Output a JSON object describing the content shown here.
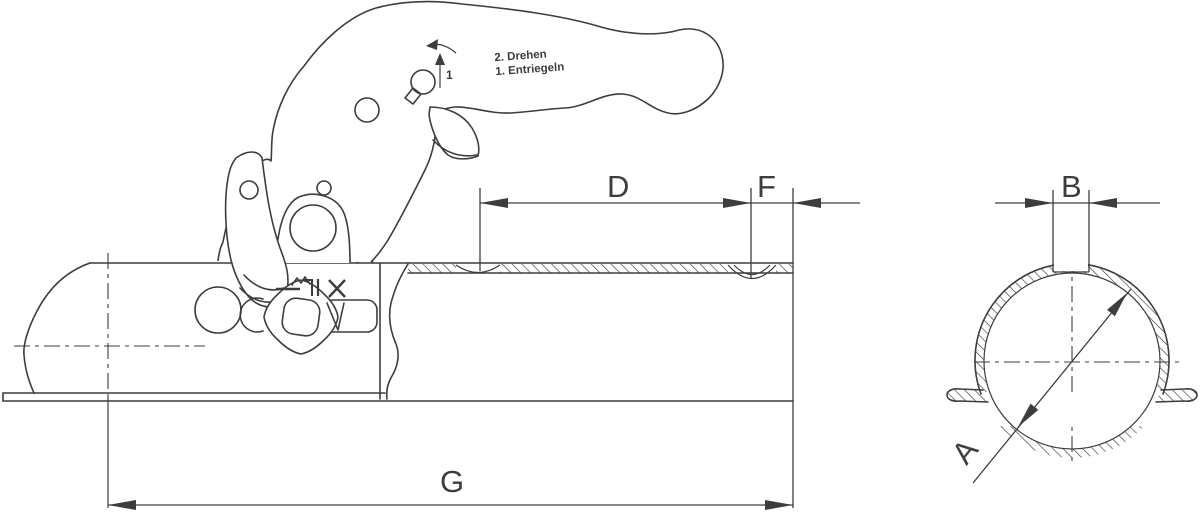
{
  "colors": {
    "background": "#ffffff",
    "line": "#3d3d3d"
  },
  "dimensions": {
    "d_label": "D",
    "f_label": "F",
    "g_label": "G",
    "b_label": "B",
    "a_label": "A"
  },
  "annotations": {
    "step2": "2. Drehen",
    "step1": "1. Entriegeln",
    "arrow_step_number": "1"
  }
}
